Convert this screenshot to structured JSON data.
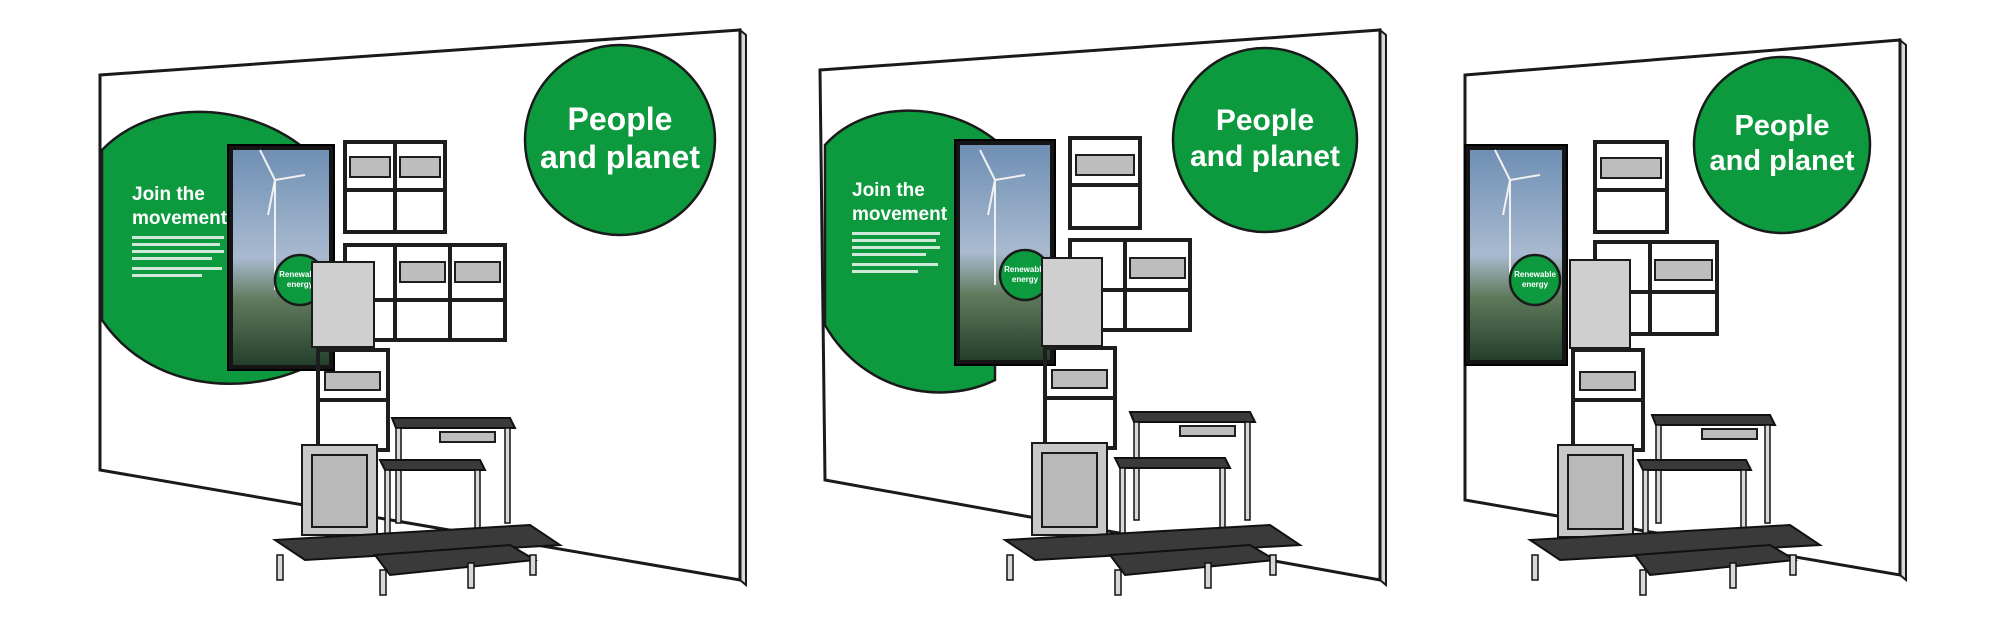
{
  "scenes": [
    {
      "name": "view-1",
      "circle_main_title": "People",
      "circle_main_title2": "and planet",
      "circle_left_title": "Join the",
      "circle_left_title2": "movement",
      "screen_badge": "Renewable",
      "screen_badge2": "energy"
    },
    {
      "name": "view-2",
      "circle_main_title": "People",
      "circle_main_title2": "and planet",
      "circle_left_title": "Join the",
      "circle_left_title2": "movement",
      "screen_badge": "Renewable",
      "screen_badge2": "energy"
    },
    {
      "name": "view-3",
      "circle_main_title": "People",
      "circle_main_title2": "and planet",
      "screen_badge": "Renewable",
      "screen_badge2": "energy"
    }
  ],
  "colors": {
    "brand_green": "#0d9a3f",
    "furniture_dark": "#3a3a3a",
    "furniture_light": "#c8c8c8"
  }
}
